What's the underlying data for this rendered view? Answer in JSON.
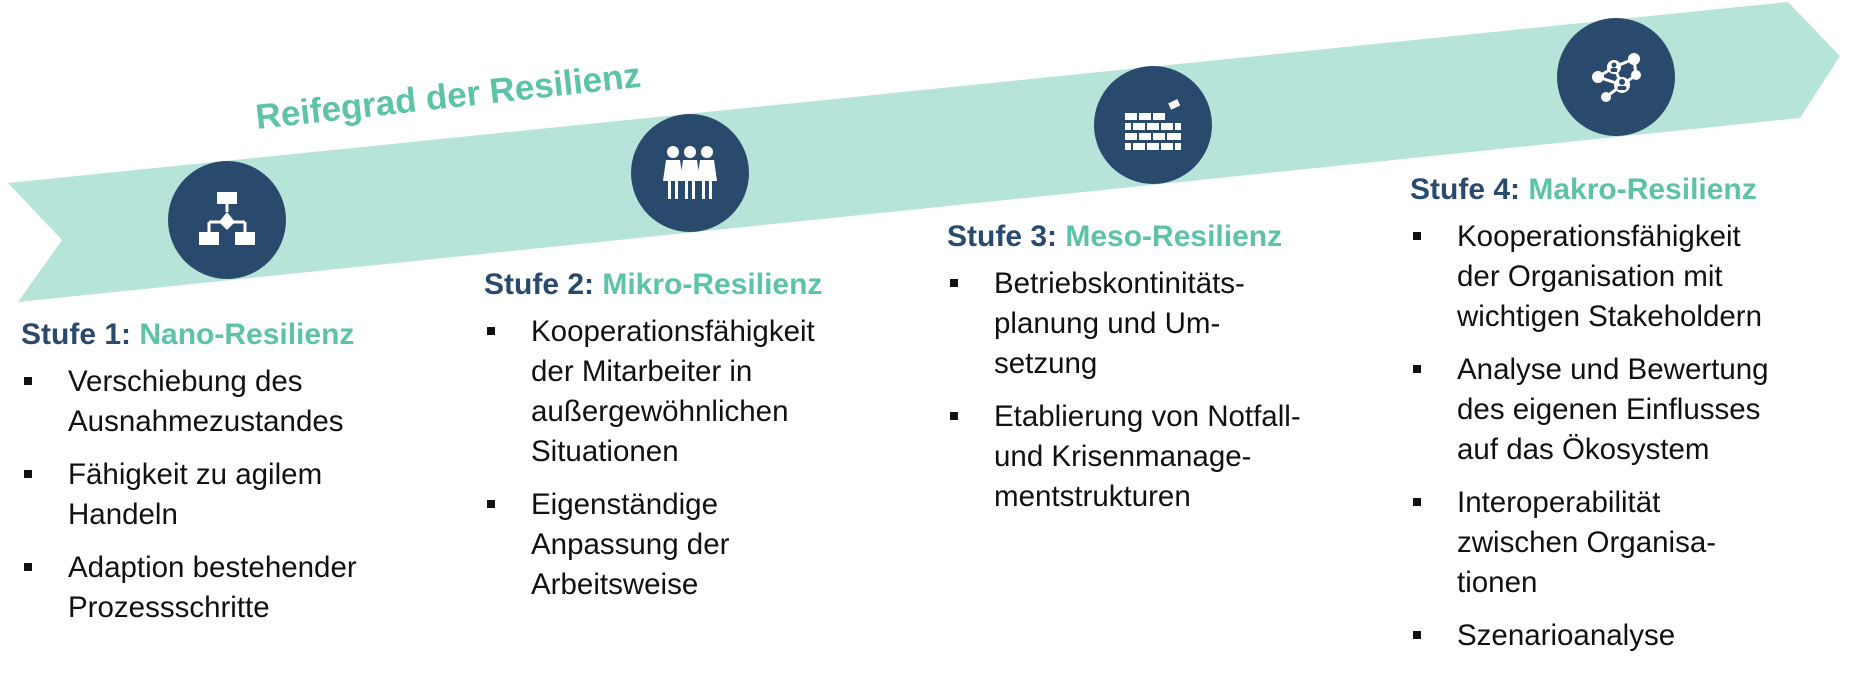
{
  "arrow": {
    "title": "Reifegrad der Resilienz",
    "color": "#b7e4d9"
  },
  "colors": {
    "navy": "#2a4a6d",
    "teal": "#5cc3a8"
  },
  "stages": [
    {
      "prefix": "Stufe 1:",
      "name": "Nano-Resilienz",
      "icon": "flowchart-icon",
      "items": [
        "Verschiebung des\nAusnahmezustandes",
        "Fähigkeit zu agilem\nHandeln",
        "Adaption bestehender\nProzessschritte"
      ]
    },
    {
      "prefix": "Stufe 2:",
      "name": "Mikro-Resilienz",
      "icon": "team-people-icon",
      "items": [
        "Kooperationsfähigkeit\nder Mitarbeiter in\naußergewöhnlichen\nSituationen",
        "Eigenständige\nAnpassung der\nArbeitsweise"
      ]
    },
    {
      "prefix": "Stufe 3:",
      "name": "Meso-Resilienz",
      "icon": "brick-wall-icon",
      "items": [
        "Betriebskontinitäts-\nplanung und Um-\nsetzung",
        "Etablierung von Notfall-\nund Krisenmanage-\nmentstrukturen"
      ]
    },
    {
      "prefix": "Stufe 4:",
      "name": "Makro-Resilienz",
      "icon": "network-icon",
      "items": [
        "Kooperationsfähigkeit\nder Organisation mit\nwichtigen Stakeholdern",
        "Analyse und Bewertung\ndes eigenen Einflusses\nauf das Ökosystem",
        "Interoperabilität\nzwischen Organisa-\ntionen",
        "Szenarioanalyse"
      ]
    }
  ]
}
